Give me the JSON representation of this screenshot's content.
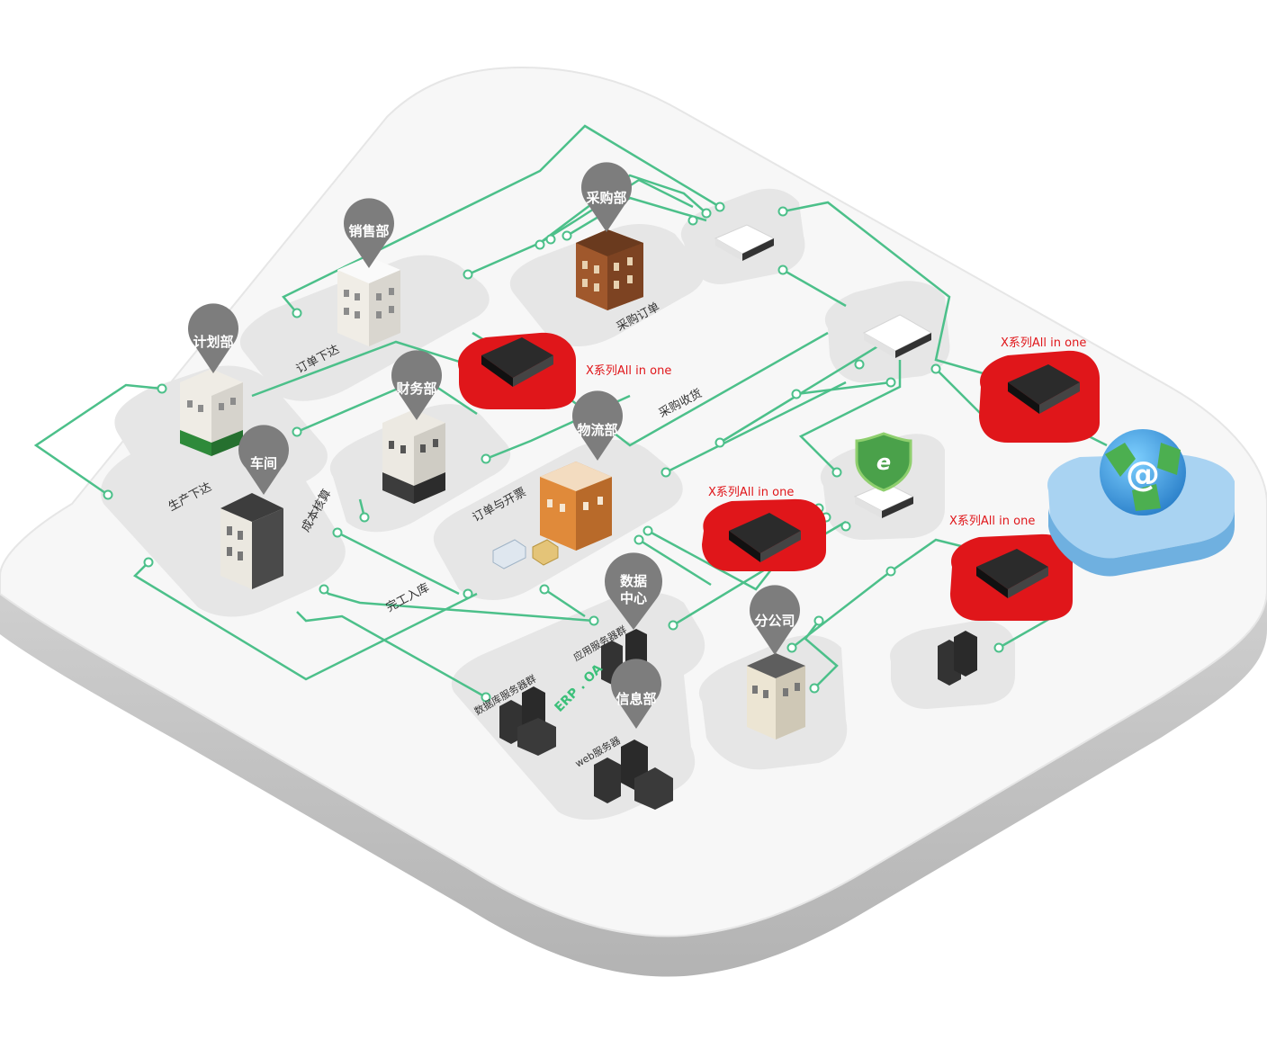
{
  "pins": {
    "sales": "销售部",
    "purchase": "采购部",
    "planning": "计划部",
    "finance": "财务部",
    "workshop": "车间",
    "logistics": "物流部",
    "datacenter_line1": "数据",
    "datacenter_line2": "中心",
    "branch": "分公司",
    "info": "信息部"
  },
  "flows": {
    "order_issue": "订单下达",
    "purchase_order": "采购订单",
    "purchase_receive": "采购收货",
    "production_issue": "生产下达",
    "cost_accounting": "成本核算",
    "order_invoice": "订单与开票",
    "completion_storage": "完工入库"
  },
  "servers": {
    "app_cluster": "应用服务器群",
    "db_cluster": "数据库服务器群",
    "web_server": "web服务器",
    "erp_oa": "ERP . OA"
  },
  "devices": {
    "x1": "X系列All in one",
    "x2": "X系列All in one",
    "x3": "X系列All in one",
    "x4": "X系列All in one"
  },
  "colors": {
    "line": "#4cc08a",
    "device_red": "#e0161a",
    "pin_gray": "#7d7d7d",
    "platform": "#e8e8e8",
    "base_side": "#bdbdbd",
    "base_top": "#f7f7f7"
  }
}
